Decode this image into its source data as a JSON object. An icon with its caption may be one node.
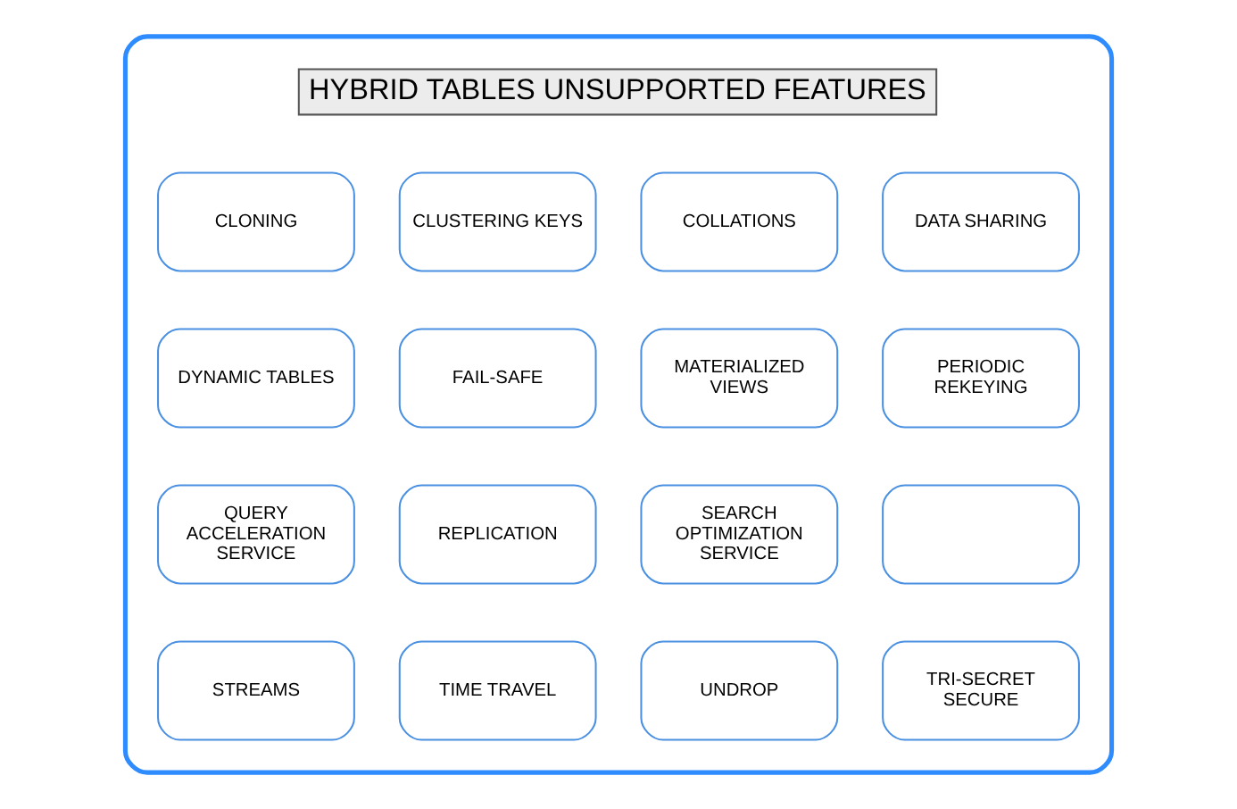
{
  "diagram": {
    "nodes": [
      {
        "text": [],
        "shape": "box"
      },
      {
        "text": [
          "HYBRID TABLES UNSUPPORTED FEATURES"
        ],
        "in": 0
      },
      {
        "text": [
          "CLONING"
        ],
        "in": 0
      },
      {
        "text": [
          "CLUSTERING KEYS"
        ],
        "in": 0
      },
      {
        "text": [
          "COLLATIONS"
        ],
        "in": 0
      },
      {
        "text": [
          "DATA SHARING"
        ],
        "in": 0
      },
      {
        "text": [
          "DYNAMIC TABLES"
        ],
        "in": 0
      },
      {
        "text": [
          "FAIL-SAFE"
        ],
        "in": 0
      },
      {
        "text": [
          "MATERIALIZED VIEWS"
        ],
        "in": 0
      },
      {
        "text": [
          "PERIODIC REKEYING"
        ],
        "in": 0
      },
      {
        "text": [
          "QUERY ACCELERATION SERVICE"
        ],
        "in": 0
      },
      {
        "text": [
          "REPLICATION"
        ],
        "in": 0
      },
      {
        "text": [
          "SEARCH OPTIMIZATION SERVICE"
        ],
        "in": 0
      },
      {
        "text": [],
        "shape": "box",
        "in": 0
      },
      {
        "text": [
          "STREAMS"
        ],
        "in": 0
      },
      {
        "text": [
          "TIME TRAVEL"
        ],
        "in": 0
      },
      {
        "text": [
          "UNDROP"
        ],
        "in": 0
      },
      {
        "text": [
          "TRI-SECRET SECURE"
        ],
        "in": 0
      }
    ],
    "edges": []
  }
}
